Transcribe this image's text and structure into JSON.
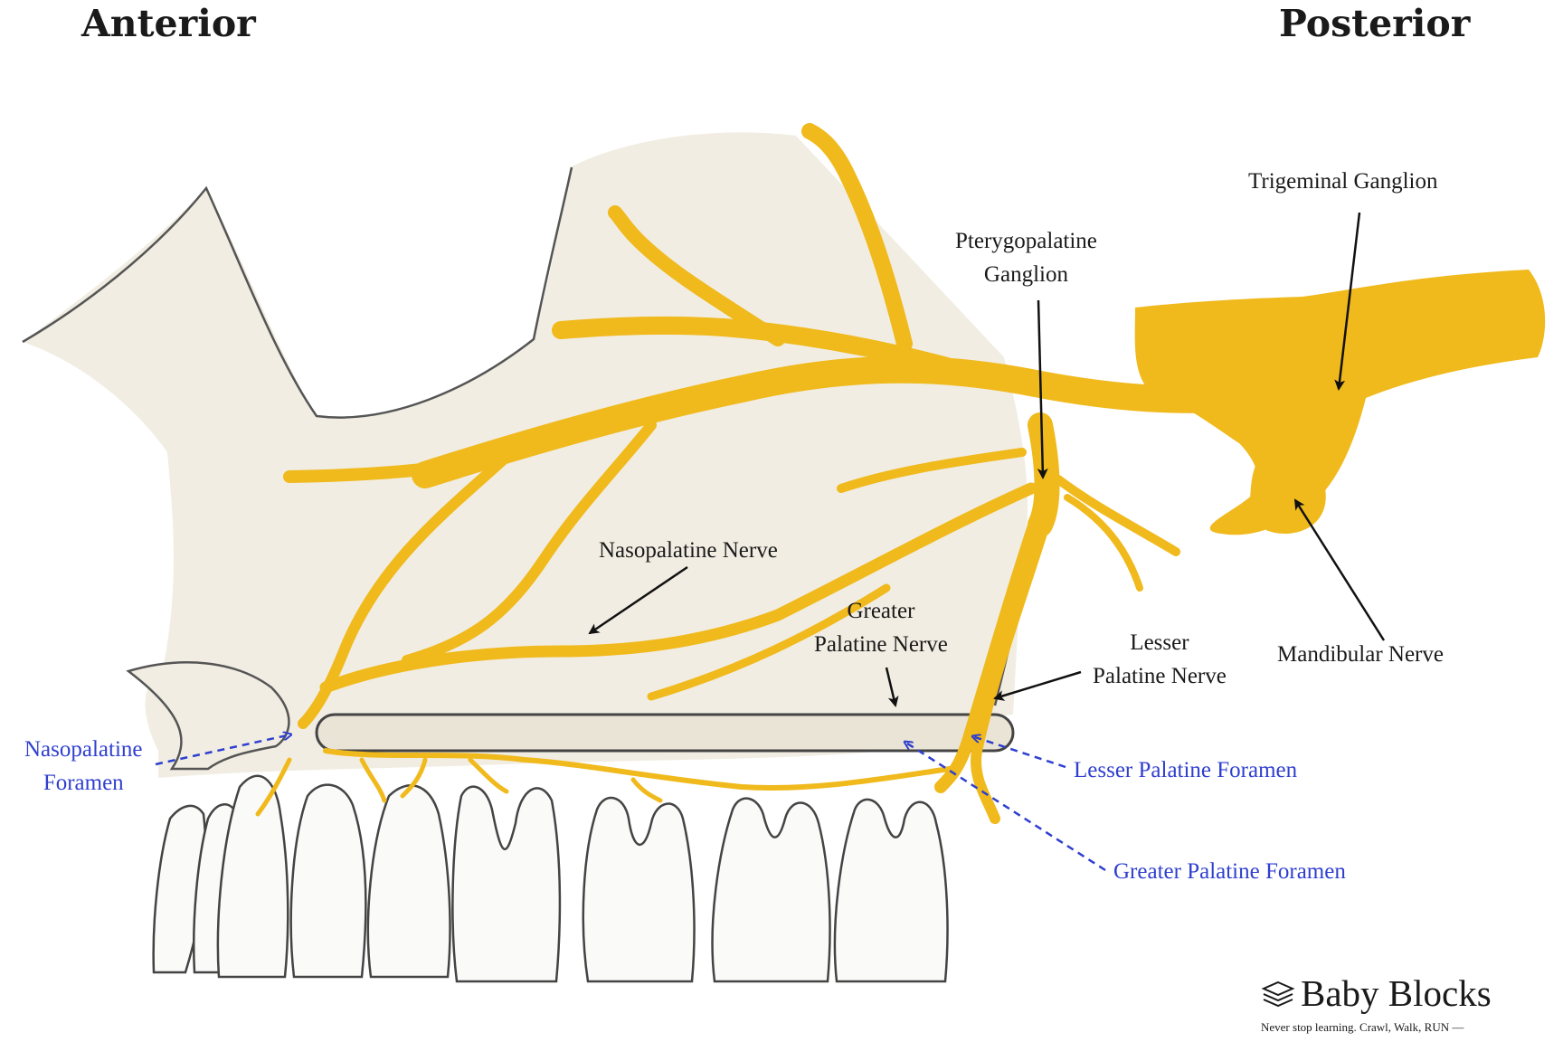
{
  "headings": {
    "anterior": "Anterior",
    "posterior": "Posterior"
  },
  "labels": {
    "trigeminal_ganglion": "Trigeminal Ganglion",
    "pterygopalatine_ganglion": [
      "Pterygopalatine",
      "Ganglion"
    ],
    "nasopalatine_nerve": "Nasopalatine Nerve",
    "greater_palatine_nerve": [
      "Greater",
      "Palatine Nerve"
    ],
    "lesser_palatine_nerve": [
      "Lesser",
      "Palatine Nerve"
    ],
    "mandibular_nerve": "Mandibular Nerve",
    "nasopalatine_foramen": [
      "Nasopalatine",
      "Foramen"
    ],
    "lesser_palatine_foramen": "Lesser Palatine Foramen",
    "greater_palatine_foramen": "Greater Palatine Foramen"
  },
  "brand": {
    "name": "Baby Blocks",
    "tagline": "Never stop learning. Crawl, Walk, RUN —"
  },
  "colors": {
    "nerve": "#f0b91c",
    "bone": "#f1ede2",
    "outline": "#555555",
    "label_text": "#1a1a1a",
    "foramen_label": "#2f3fcf"
  }
}
